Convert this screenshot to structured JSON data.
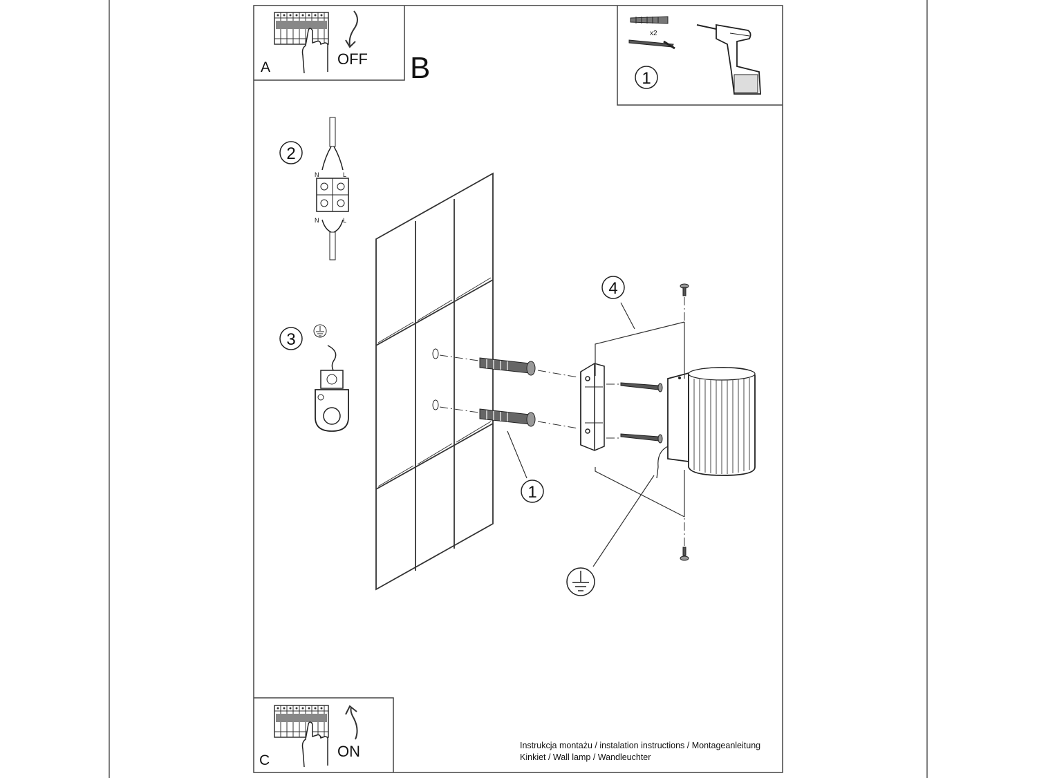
{
  "steps": {
    "step_a": {
      "letter": "A",
      "word": "OFF"
    },
    "step_b": {
      "letter": "B"
    },
    "step_c": {
      "letter": "C",
      "word": "ON"
    }
  },
  "callouts": {
    "tools": "1",
    "wiring": "2",
    "ground": "3",
    "bracket": "4",
    "anchors": "1"
  },
  "tools_panel": {
    "quantity": "x2"
  },
  "connector": {
    "top_left": "N",
    "top_right": "L",
    "bottom_left": "N",
    "bottom_right": "L"
  },
  "footer": {
    "line1": "Instrukcja montażu / instalation instructions / Montageanleitung",
    "line2": "Kinkiet / Wall lamp / Wandleuchter"
  },
  "icons": [
    "breaker-panel-icon",
    "hand-icon",
    "arrow-down-icon",
    "arrow-up-icon",
    "drill-icon",
    "wall-plug-icon",
    "screw-icon",
    "ground-symbol-icon"
  ]
}
